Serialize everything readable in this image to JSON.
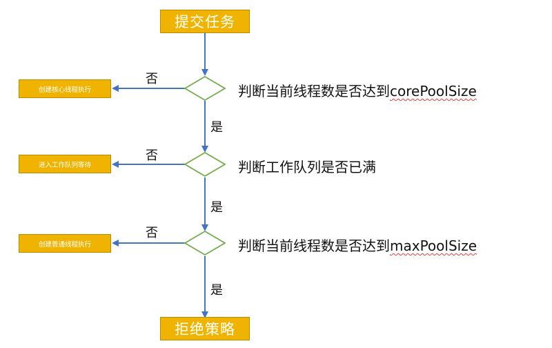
{
  "start": {
    "label": "提交任务"
  },
  "end": {
    "label": "拒绝策略"
  },
  "decisions": [
    {
      "question": "判断当前线程数是否达到",
      "question_term": "corePoolSize",
      "no_action": "创建核心线程执行",
      "no_label": "否",
      "yes_label": "是"
    },
    {
      "question": "判断工作队列是否已满",
      "question_term": "",
      "no_action": "进入工作队列等待",
      "no_label": "否",
      "yes_label": "是"
    },
    {
      "question": "判断当前线程数是否达到",
      "question_term": "maxPoolSize",
      "no_action": "创建普通线程执行",
      "no_label": "否",
      "yes_label": "是"
    }
  ],
  "colors": {
    "box_fill": "#f0b400",
    "box_border": "#b88a00",
    "arrow": "#4472c4",
    "diamond_stroke": "#70ad47"
  }
}
